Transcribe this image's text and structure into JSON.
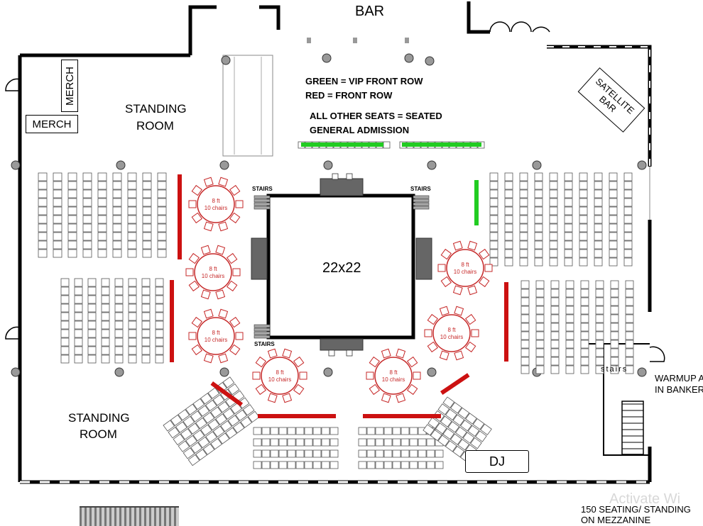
{
  "labels": {
    "bar": "BAR",
    "merch_vertical": "MERCH",
    "merch_horizontal": "MERCH",
    "standing_room_top": [
      "STANDING",
      "ROOM"
    ],
    "standing_room_bottom": [
      "STANDING",
      "ROOM"
    ],
    "satellite_bar": [
      "SATELLITE",
      "BAR"
    ],
    "stage": "22x22",
    "stairs": "STAIRS",
    "stairs_right": "stairs",
    "dj": "DJ",
    "warmup": [
      "WARMUP A",
      "IN BANKER"
    ],
    "mezzanine": [
      "150 SEATING/ STANDING",
      "ON MEZZANINE"
    ],
    "watermark": "Activate Wi",
    "table_size": "8 ft",
    "table_chairs": "10 chairs"
  },
  "legend": {
    "green": "GREEN = VIP FRONT ROW",
    "red": "RED = FRONT ROW",
    "other": [
      "ALL OTHER SEATS = SEATED",
      "GENERAL ADMISSION"
    ]
  },
  "colors": {
    "vip_green": "#22cc22",
    "front_red": "#cc1111",
    "legend_green": "#99cc33",
    "legend_red": "#dd1111",
    "table_red": "#c62828",
    "wall": "#000000",
    "column_gray": "#999999"
  }
}
